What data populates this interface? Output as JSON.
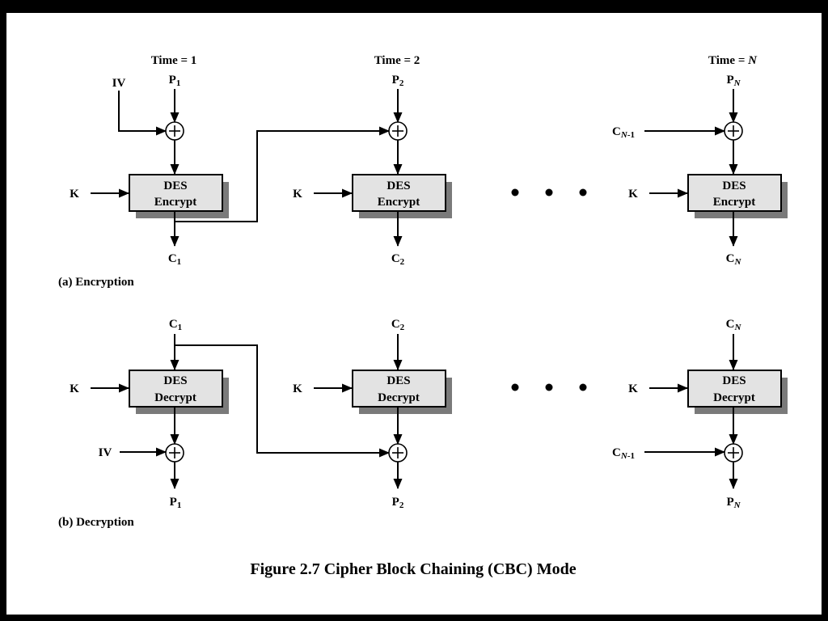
{
  "times": {
    "t1": "Time = 1",
    "t2": "Time = 2",
    "tn_prefix": "Time = ",
    "tn_var": "N"
  },
  "encryption": {
    "label": "(a) Encryption",
    "iv": "IV",
    "key": "K",
    "block_line1": "DES",
    "block_line2": "Encrypt",
    "inputs": [
      {
        "main": "P",
        "sub": "1",
        "sub_italic": false
      },
      {
        "main": "P",
        "sub": "2",
        "sub_italic": false
      },
      {
        "main": "P",
        "sub": "N",
        "sub_italic": true
      }
    ],
    "outputs": [
      {
        "main": "C",
        "sub": "1",
        "sub_italic": false
      },
      {
        "main": "C",
        "sub": "2",
        "sub_italic": false
      },
      {
        "main": "C",
        "sub": "N",
        "sub_italic": true
      }
    ],
    "chain_in": {
      "main": "C",
      "sub_var": "N",
      "sub_rest": "-1"
    }
  },
  "decryption": {
    "label": "(b) Decryption",
    "iv": "IV",
    "key": "K",
    "block_line1": "DES",
    "block_line2": "Decrypt",
    "inputs": [
      {
        "main": "C",
        "sub": "1",
        "sub_italic": false
      },
      {
        "main": "C",
        "sub": "2",
        "sub_italic": false
      },
      {
        "main": "C",
        "sub": "N",
        "sub_italic": true
      }
    ],
    "outputs": [
      {
        "main": "P",
        "sub": "1",
        "sub_italic": false
      },
      {
        "main": "P",
        "sub": "2",
        "sub_italic": false
      },
      {
        "main": "P",
        "sub": "N",
        "sub_italic": true
      }
    ],
    "chain_in": {
      "main": "C",
      "sub_var": "N",
      "sub_rest": "-1"
    }
  },
  "ellipsis": [
    "•",
    "•",
    "•"
  ],
  "caption": "Figure 2.7 Cipher Block Chaining (CBC) Mode"
}
